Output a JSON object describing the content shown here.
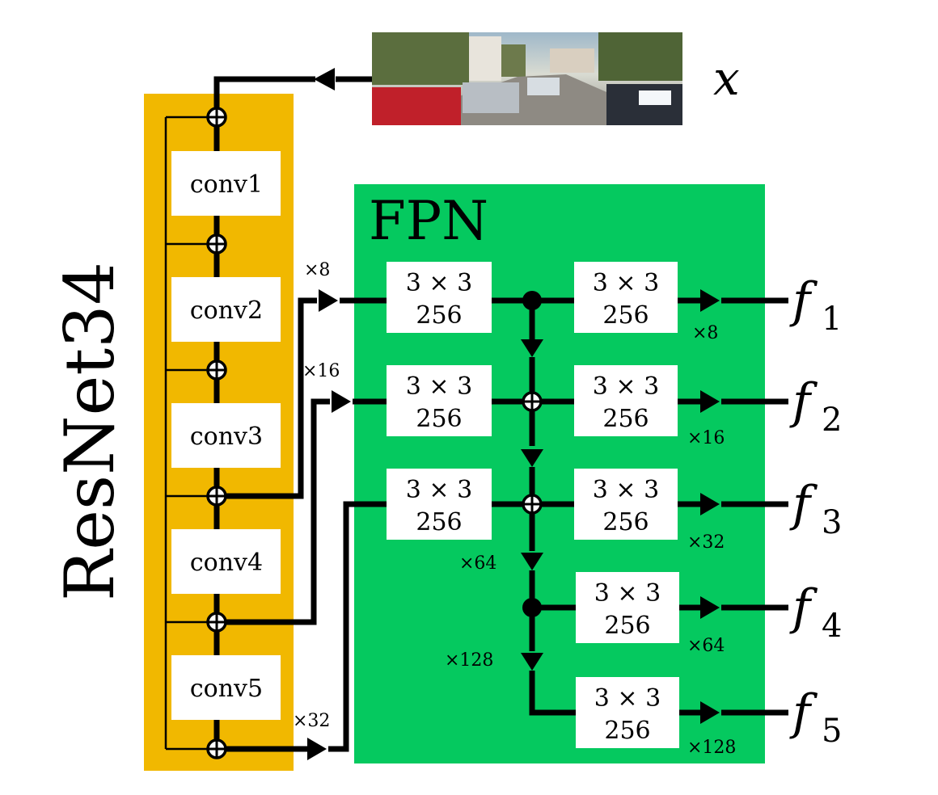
{
  "backbone": {
    "title": "ResNet34",
    "color": "#f1b800",
    "stages": [
      "conv1",
      "conv2",
      "conv3",
      "conv4",
      "conv5"
    ]
  },
  "input": {
    "label": "x"
  },
  "fpn": {
    "title": "FPN",
    "color": "#05c95f",
    "box_line1": "3 × 3",
    "box_line2": "256",
    "input_scales": [
      "×8",
      "×16",
      "×32"
    ],
    "top_down_scales": [
      "×64",
      "×128"
    ],
    "output_scales": [
      "×8",
      "×16",
      "×32",
      "×64",
      "×128"
    ]
  },
  "outputs": [
    {
      "base": "f",
      "sub": "1"
    },
    {
      "base": "f",
      "sub": "2"
    },
    {
      "base": "f",
      "sub": "3"
    },
    {
      "base": "f",
      "sub": "4"
    },
    {
      "base": "f",
      "sub": "5"
    }
  ]
}
